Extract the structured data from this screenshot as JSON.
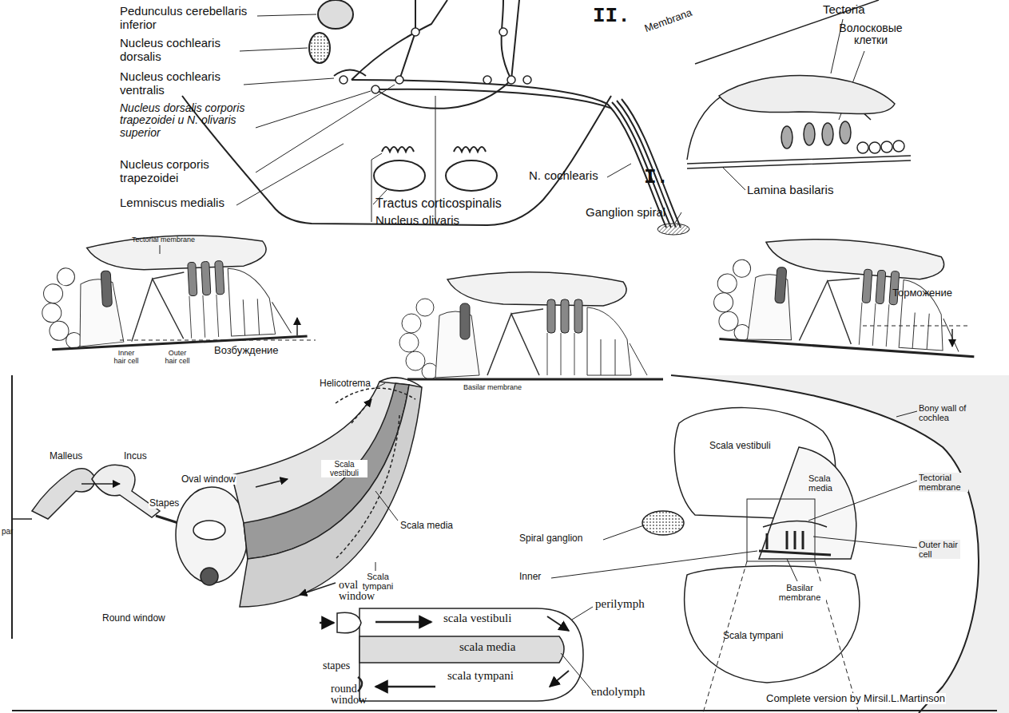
{
  "diagram": {
    "labels": [
      "Pedunculus cerebellaris inferior",
      "Nucleus cochlearis dorsalis",
      "Nucleus cochlearis ventralis",
      "Nucleus dorsalis corporis trapezoidei и N. olivaris superior",
      "Nucleus corporis trapezoidei",
      "Lemniscus medialis",
      "II.",
      "Membrana",
      "Tectoria",
      "Волосковые клетки",
      "N. cochlearis",
      "I.",
      "Lamina basilaris",
      "Tractus corticospinalis",
      "Nucleus olivaris",
      "Ganglion spiral",
      "Tectorial membrane",
      "Inner hair cell",
      "Outer hair cell",
      "Возбуждение",
      "Basilar membrane",
      "Торможение",
      "Helicotrema",
      "Malleus",
      "Incus",
      "Oval window",
      "Stapes",
      "Scala vestibuli",
      "Scala media",
      "Scala tympani",
      "Round window",
      "par",
      "oval window",
      "stapes",
      "round window",
      "scala vestibuli",
      "scala media",
      "scala tympani",
      "perilymph",
      "endolymph",
      "Bony wall of cochlea",
      "Scala vestibuli",
      "Scala media",
      "Tectorial membrane",
      "Outer hair cell",
      "Spiral ganglion",
      "Inner",
      "Basilar membrane",
      "Scala tympani",
      "Complete version by Mirsil.L.Martinson"
    ]
  }
}
